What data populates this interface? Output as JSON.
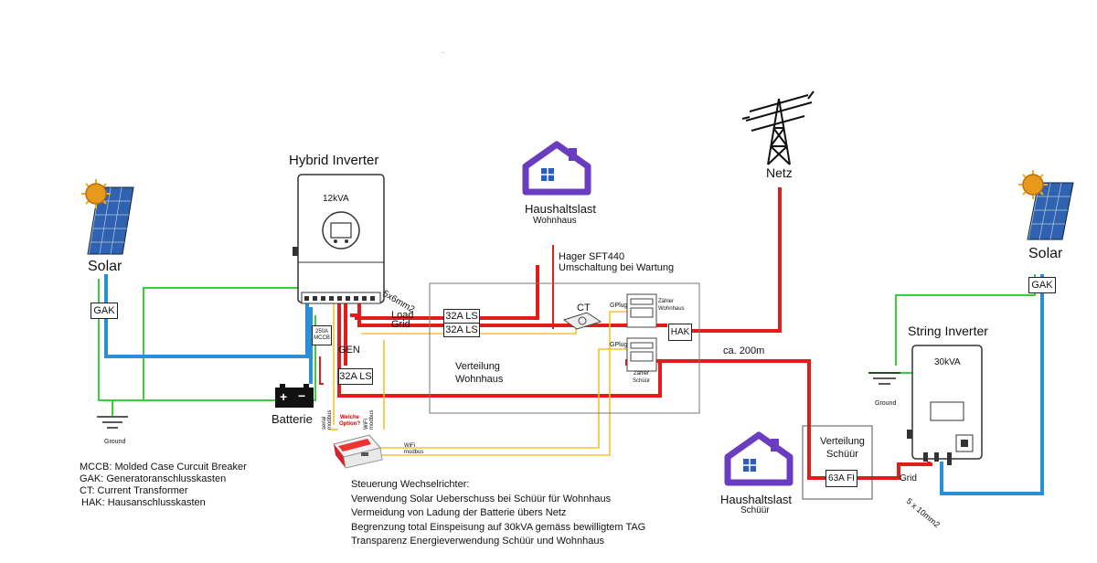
{
  "header_mark": ".",
  "solar_left": {
    "label": "Solar",
    "gak": "GAK"
  },
  "solar_right": {
    "label": "Solar",
    "gak": "GAK"
  },
  "ground_left": "Ground",
  "ground_right": "Ground",
  "battery": {
    "label": "Batterie",
    "plus": "+",
    "minus": "−"
  },
  "hybrid_inverter": {
    "title": "Hybrid Inverter",
    "rating": "12kVA",
    "mccb": [
      "250A",
      "MCCB"
    ],
    "gen_label": "GEN",
    "load_label": "Load",
    "grid_label": "Grid",
    "gen_ls": "32A LS",
    "cable": "5x6mm2"
  },
  "distribution_home": {
    "title": [
      "Verteilung",
      "Wohnhaus"
    ],
    "ls_load": "32A LS",
    "ls_grid": "32A LS",
    "ct": "CT",
    "gplug_top": "GPlug",
    "gplug_bottom": "GPlug",
    "meter_home": [
      "Zähler",
      "Wohnhaus"
    ],
    "meter_barn": [
      "Zähler",
      "Schüür"
    ]
  },
  "hak": "HAK",
  "grid_tower": {
    "label": "Netz"
  },
  "distance": "ca. 200m",
  "house_home": {
    "title": "Haushaltslast",
    "subtitle": "Wohnhaus"
  },
  "hager": [
    "Hager SFT440",
    "Umschaltung bei Wartung"
  ],
  "house_barn": {
    "title": "Haushaltslast",
    "subtitle": "Schüür"
  },
  "distribution_barn": {
    "title": [
      "Verteilung",
      "Schüür"
    ],
    "fi": "63A FI"
  },
  "string_inverter": {
    "title": "String Inverter",
    "rating": "30kVA",
    "grid_label": "Grid",
    "cable": "5 x 10mm2"
  },
  "controller": {
    "serial": [
      "serial",
      "modbus"
    ],
    "wifi_vertical": [
      "WiFi",
      "modbus"
    ],
    "question": [
      "Welche",
      "Option?"
    ],
    "wifi_line": [
      "WiFi",
      "modbus"
    ]
  },
  "legend": [
    "MCCB: Molded Case Curcuit Breaker",
    "GAK: Generatoranschlusskasten",
    "CT: Current Transformer",
    "HAK: Hausanschlusskasten"
  ],
  "notes": {
    "title": "Steuerung Wechselrichter:",
    "lines": [
      "Verwendung Solar Ueberschuss bei Schüür für Wohnhaus",
      "Vermeidung von Ladung der Batterie übers Netz",
      "Begrenzung total Einspeisung auf 30kVA gemäss bewilligtem TAG",
      "Transparenz Energieverwendung Schüür und Wohnhaus"
    ]
  },
  "colors": {
    "ac": "#e21b1b",
    "dc": "#2b8fd6",
    "earth": "#3ccc3c",
    "signal": "#f5c030"
  }
}
